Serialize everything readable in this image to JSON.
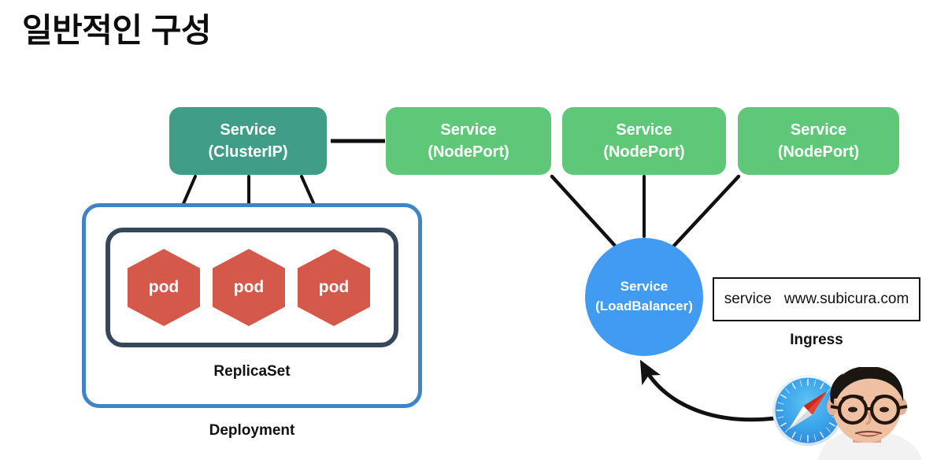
{
  "slide": {
    "title": "일반적인 구성",
    "background_color": "#ffffff"
  },
  "palette": {
    "clusterip_green": "#3f9e85",
    "nodeport_green": "#5fc878",
    "pod_red": "#d4594a",
    "loadbalancer_blue": "#419bf0",
    "deployment_border_blue": "#3d85c6",
    "replicaset_border_slate": "#36475a",
    "edge_black": "#111111"
  },
  "services": [
    {
      "name": "service-clusterip",
      "line1": "Service",
      "line2": "(ClusterIP)",
      "type": "clusterip"
    },
    {
      "name": "service-nodeport-1",
      "line1": "Service",
      "line2": "(NodePort)",
      "type": "nodeport"
    },
    {
      "name": "service-nodeport-2",
      "line1": "Service",
      "line2": "(NodePort)",
      "type": "nodeport"
    },
    {
      "name": "service-nodeport-3",
      "line1": "Service",
      "line2": "(NodePort)",
      "type": "nodeport"
    }
  ],
  "loadbalancer": {
    "line1": "Service",
    "line2": "(LoadBalancer)"
  },
  "workload": {
    "deployment_label": "Deployment",
    "replicaset_label": "ReplicaSet",
    "pods": [
      {
        "label": "pod"
      },
      {
        "label": "pod"
      },
      {
        "label": "pod"
      }
    ]
  },
  "ingress": {
    "caption": "Ingress",
    "rule_service": "service",
    "rule_host": "www.subicura.com"
  },
  "icons": {
    "browser": "safari-compass-icon",
    "presenter": "presenter-webcam-avatar"
  }
}
